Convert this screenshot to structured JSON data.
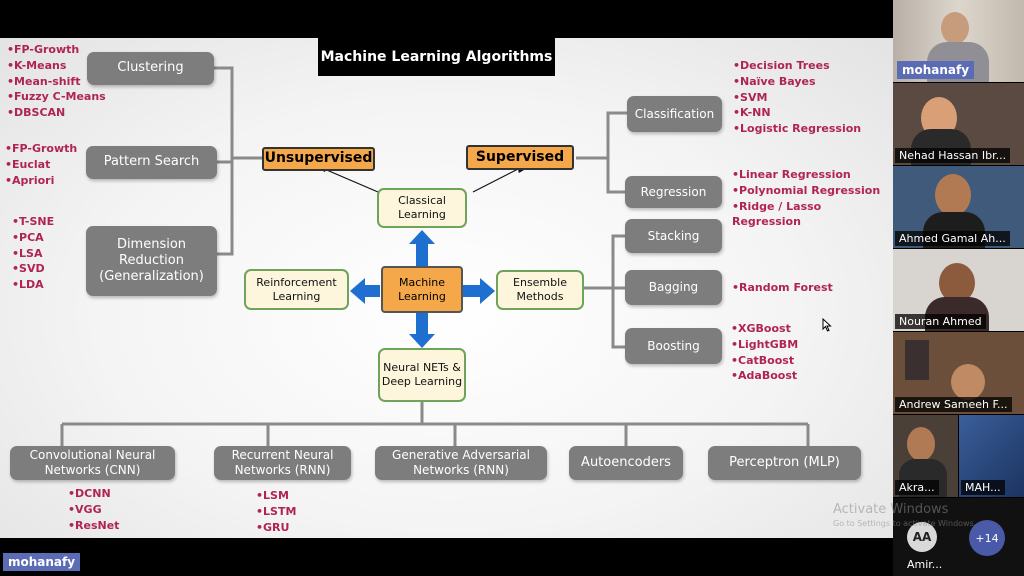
{
  "slide": {
    "title": "Machine Learning Algorithms",
    "center": "Machine Learning",
    "classical": "Classical Learning",
    "unsupervised": "Unsupervised",
    "supervised": "Supervised",
    "reinforcement": "Reinforcement Learning",
    "ensemble": "Ensemble Methods",
    "neural": "Neural NETs & Deep Learning",
    "clustering": {
      "label": "Clustering",
      "items": [
        "FP-Growth",
        "K-Means",
        "Mean-shift",
        "Fuzzy C-Means",
        "DBSCAN"
      ]
    },
    "pattern": {
      "label": "Pattern Search",
      "items": [
        "FP-Growth",
        "Euclat",
        "Apriori"
      ]
    },
    "dimension": {
      "label": "Dimension Reduction (Generalization)",
      "items": [
        "T-SNE",
        "PCA",
        "LSA",
        "SVD",
        "LDA"
      ]
    },
    "classification": {
      "label": "Classification",
      "items": [
        "Decision Trees",
        "Naïve Bayes",
        "SVM",
        "K-NN",
        "Logistic Regression"
      ]
    },
    "regression": {
      "label": "Regression",
      "items": [
        "Linear Regression",
        "Polynomial Regression",
        "Ridge / Lasso Regression"
      ]
    },
    "stacking": {
      "label": "Stacking"
    },
    "bagging": {
      "label": "Bagging",
      "items": [
        "Random Forest"
      ]
    },
    "boosting": {
      "label": "Boosting",
      "items": [
        "XGBoost",
        "LightGBM",
        "CatBoost",
        "AdaBoost"
      ]
    },
    "cnn": {
      "label": "Convolutional Neural Networks (CNN)",
      "items": [
        "DCNN",
        "VGG",
        "ResNet"
      ]
    },
    "rnn": {
      "label": "Recurrent Neural Networks (RNN)",
      "items": [
        "LSM",
        "LSTM",
        "GRU"
      ]
    },
    "gan": {
      "label": "Generative Adversarial Networks (RNN)"
    },
    "autoencoders": {
      "label": "Autoencoders"
    },
    "perceptron": {
      "label": "Perceptron (MLP)"
    }
  },
  "presenter": "mohanafy",
  "participants": [
    {
      "name": "mohanafy"
    },
    {
      "name": "Nehad Hassan Ibr..."
    },
    {
      "name": "Ahmed Gamal Ah..."
    },
    {
      "name": "Nouran Ahmed"
    },
    {
      "name": "Andrew Sameeh F..."
    },
    {
      "name": "Akra..."
    },
    {
      "name": "MAH..."
    }
  ],
  "bottom_tile": {
    "initials": "AA",
    "name": "Amir...",
    "more": "+14"
  },
  "watermark": {
    "line1": "Activate Windows",
    "line2": "Go to Settings to activate Windows."
  },
  "colors": {
    "grey_box": "#7d7d7d",
    "orange": "#f5a84a",
    "list_text": "#b02454",
    "arrow_blue": "#1f6fd1",
    "name_tag": "#5b6cb5"
  }
}
